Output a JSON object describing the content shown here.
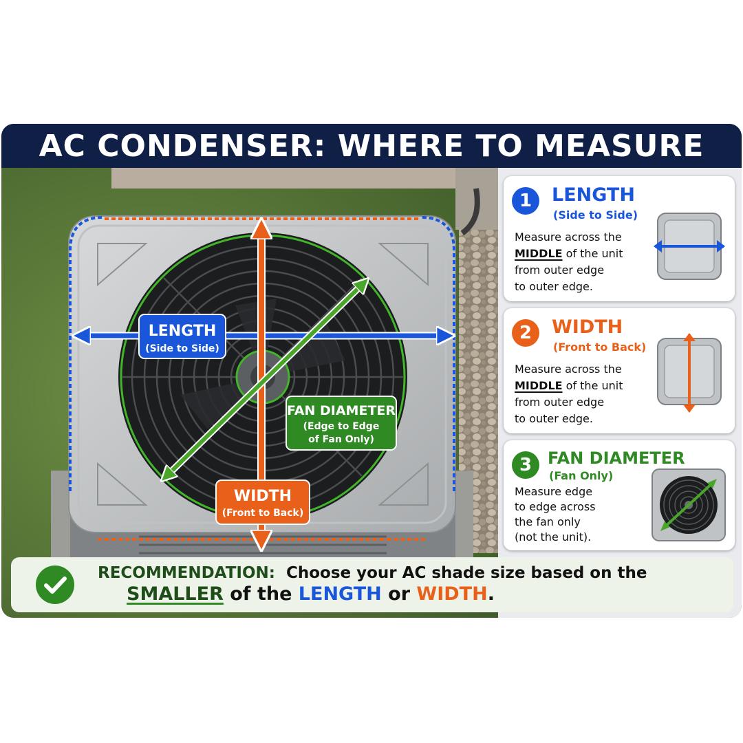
{
  "title": "AC CONDENSER: WHERE TO MEASURE",
  "photo_labels": {
    "length": {
      "title": "LENGTH",
      "sub": "(Side to Side)"
    },
    "width": {
      "title": "WIDTH",
      "sub": "(Front to Back)"
    },
    "fan": {
      "title": "FAN DIAMETER",
      "sub1": "(Edge to Edge",
      "sub2": "of Fan Only)"
    }
  },
  "steps": [
    {
      "number": "1",
      "title": "LENGTH",
      "subtitle": "(Side to Side)",
      "color": "#1a56d9",
      "desc": {
        "line1": "Measure across the",
        "line2_bold": "MIDDLE",
        "line2_rest": " of the unit",
        "line3": "from outer edge",
        "line4": "to outer edge."
      }
    },
    {
      "number": "2",
      "title": "WIDTH",
      "subtitle": "(Front to Back)",
      "color": "#e8601a",
      "desc": {
        "line1": "Measure across the",
        "line2_bold": "MIDDLE",
        "line2_rest": " of the unit",
        "line3": "from outer edge",
        "line4": "to outer edge."
      }
    },
    {
      "number": "3",
      "title": "FAN DIAMETER",
      "subtitle": "(Fan Only)",
      "color": "#2f8a24",
      "desc": {
        "line1": "Measure edge",
        "line2": "to edge across",
        "line3": "the fan only",
        "line4": "(not the unit)."
      }
    }
  ],
  "recommendation": {
    "label": "RECOMMENDATION:",
    "text": "Choose your AC shade size based on the",
    "smaller": "SMALLER",
    "of_the": " of the ",
    "length": "LENGTH",
    "or": " or ",
    "width": "WIDTH",
    "period": "."
  },
  "colors": {
    "blue": "#1a56d9",
    "orange": "#e8601a",
    "green": "#2f8a24",
    "navy": "#0f1f45"
  }
}
